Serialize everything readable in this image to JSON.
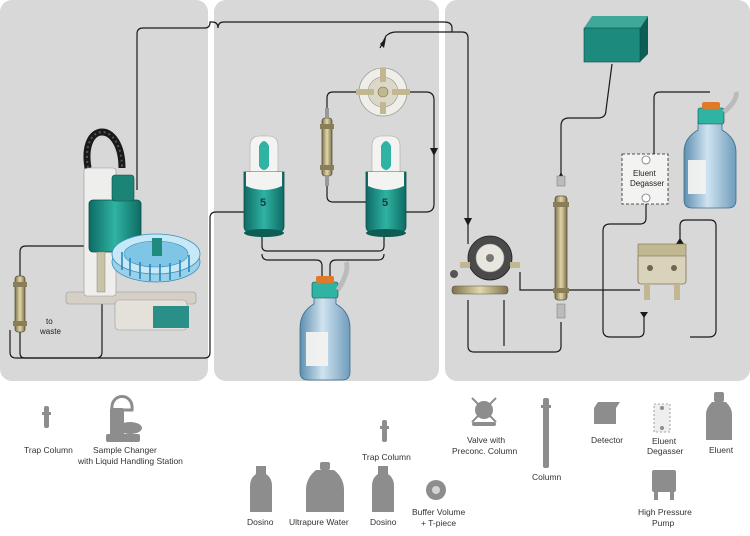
{
  "diagram": {
    "scheme": {
      "waste_label_line1": "to",
      "waste_label_line2": "waste",
      "dosino_left_number": "5",
      "dosino_right_number": "5",
      "degasser_label_line1": "Eluent",
      "degasser_label_line2": "Degasser"
    },
    "legend": {
      "trap_column_left": "Trap Column",
      "sample_changer_line1": "Sample Changer",
      "sample_changer_line2": "with Liquid Handling Station",
      "dosino_left": "Dosino",
      "ultrapure_water": "Ultrapure Water",
      "trap_column_right": "Trap Column",
      "dosino_right": "Dosino",
      "valve_line1": "Valve with",
      "valve_line2": "Preconc. Column",
      "buffer_line1": "Buffer Volume",
      "buffer_line2": "+ T-piece",
      "column": "Column",
      "detector": "Detector",
      "degasser_line1": "Eluent",
      "degasser_line2": "Degasser",
      "eluent": "Eluent",
      "pump_line1": "High Pressure",
      "pump_line2": "Pump"
    }
  }
}
